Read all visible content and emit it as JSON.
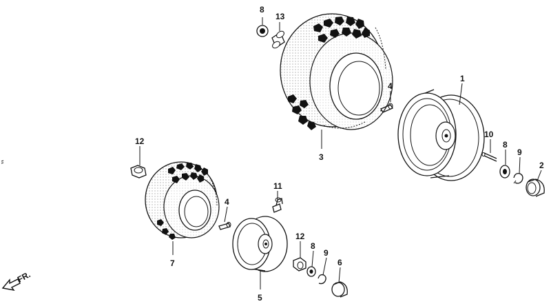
{
  "labels": {
    "p1": "1",
    "p2": "2",
    "p3": "3",
    "p4a": "4",
    "p4b": "4",
    "p5": "5",
    "p6": "6",
    "p7": "7",
    "p8a": "8",
    "p8b": "8",
    "p8c": "8",
    "p9a": "9",
    "p9b": "9",
    "p10": "10",
    "p11": "11",
    "p12a": "12",
    "p12b": "12",
    "p13": "13"
  },
  "front_arrow": "FR."
}
